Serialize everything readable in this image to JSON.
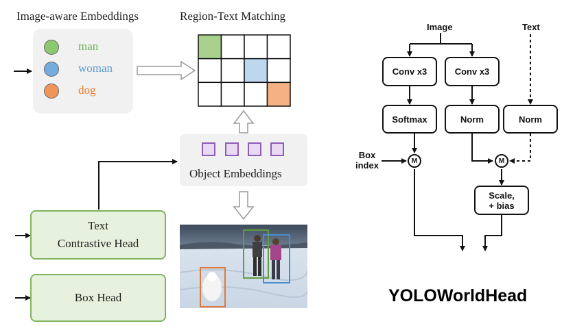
{
  "left_panel": {
    "embeddings_title": "Image-aware Embeddings",
    "matching_title": "Region-Text Matching",
    "embeddings": [
      {
        "label": "man",
        "color": "#6fb45b",
        "fill": "#8cc870"
      },
      {
        "label": "woman",
        "color": "#5b9bd5",
        "fill": "#74acdf"
      },
      {
        "label": "dog",
        "color": "#ed7d31",
        "fill": "#f0955a"
      }
    ],
    "object_embeddings_label": "Object Embeddings",
    "text_head": {
      "line1": "Text",
      "line2": "Contrastive Head"
    },
    "box_head_label": "Box Head",
    "matching_grid": {
      "rows": 3,
      "cols": 4,
      "highlights": [
        {
          "row": 0,
          "col": 0,
          "color": "#a9d18e"
        },
        {
          "row": 1,
          "col": 2,
          "color": "#bdd7ee"
        },
        {
          "row": 2,
          "col": 3,
          "color": "#f4b183"
        }
      ]
    }
  },
  "right_panel": {
    "title": "YOLOWorldHead",
    "image_label": "Image",
    "text_label": "Text",
    "conv_a": "Conv x3",
    "conv_b": "Conv x3",
    "softmax": "Softmax",
    "norm_a": "Norm",
    "norm_b": "Norm",
    "box_index_line1": "Box",
    "box_index_line2": "index",
    "m_left": "M",
    "m_right": "M",
    "scale_line1": "Scale,",
    "scale_line2": "+ bias"
  }
}
